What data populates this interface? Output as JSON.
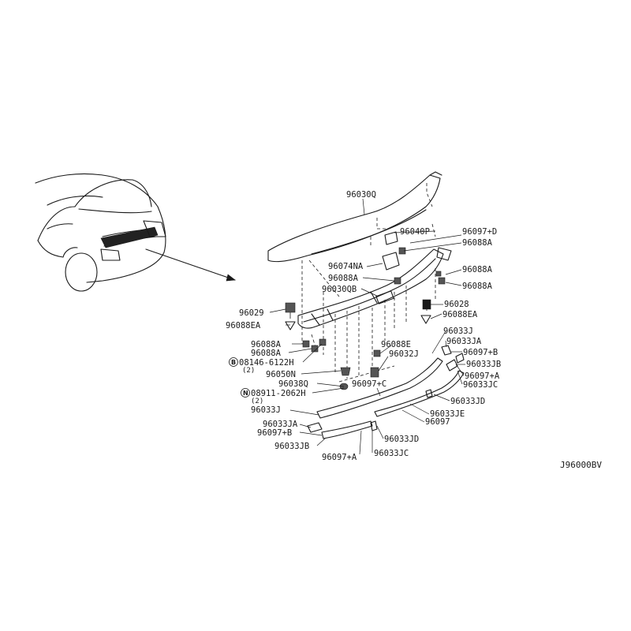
{
  "diagram": {
    "code": "J96000BV",
    "labels": {
      "p96030q": "96030Q",
      "p96040p": "96040P",
      "p96097d": "96097+D",
      "p96088a_1": "96088A",
      "p96074na": "96074NA",
      "p96088a_2": "96088A",
      "p96088a_3": "96088A",
      "p96088a_4": "96088A",
      "p96030qb": "96030QB",
      "p96029": "96029",
      "p96028": "96028",
      "p96088ea_r": "96088EA",
      "p96088ea_l": "96088EA",
      "p96088a_5": "96088A",
      "p96088a_6": "96088A",
      "p08146": "08146-6122H",
      "p08146_qty": "(2)",
      "p96050n": "96050N",
      "p96088e": "96088E",
      "p96032j": "96032J",
      "p96038q": "96038Q",
      "p96097c": "96097+C",
      "p08911": "08911-2062H",
      "p08911_qty": "(2)",
      "p96033j_r": "96033J",
      "p96033ja_r": "96033JA",
      "p96097b_r": "96097+B",
      "p96033jb_r": "96033JB",
      "p96097a_r": "96097+A",
      "p96033jc_r": "96033JC",
      "p96033jd_r": "96033JD",
      "p96033je": "96033JE",
      "p96097": "96097",
      "p96033j_l": "96033J",
      "p96033ja_l": "96033JA",
      "p96097b_l": "96097+B",
      "p96033jb_l": "96033JB",
      "p96033jd_l": "96033JD",
      "p96097a_l": "96097+A",
      "p96033jc_l": "96033JC"
    },
    "badges": {
      "b": "B",
      "n": "N"
    }
  }
}
